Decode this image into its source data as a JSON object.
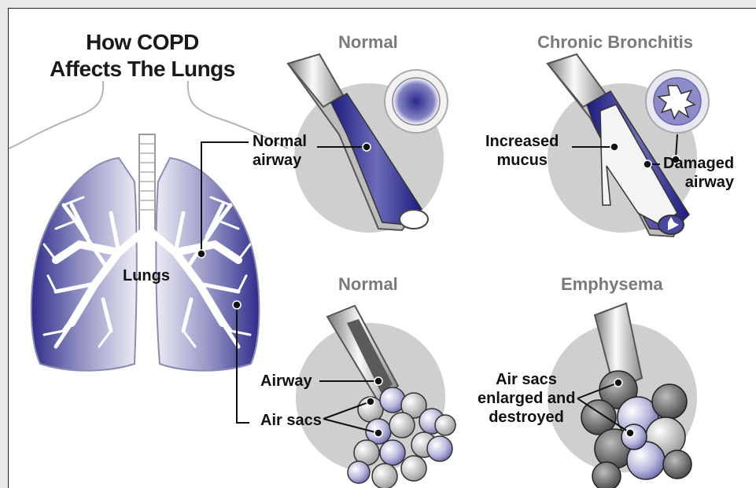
{
  "title": {
    "line1": "How COPD",
    "line2": "Affects The Lungs"
  },
  "panels": {
    "top_left": {
      "title": "Normal",
      "labels": {
        "airway_1": "Normal",
        "airway_2": "airway"
      }
    },
    "top_right": {
      "title": "Chronic Bronchitis",
      "labels": {
        "mucus_1": "Increased",
        "mucus_2": "mucus",
        "damaged_1": "Damaged",
        "damaged_2": "airway"
      }
    },
    "bottom_left": {
      "title": "Normal",
      "labels": {
        "airway": "Airway",
        "air_sacs": "Air sacs"
      }
    },
    "bottom_right": {
      "title": "Emphysema",
      "labels": {
        "line1": "Air sacs",
        "line2": "enlarged and",
        "line3": "destroyed"
      }
    }
  },
  "lungs_label": "Lungs",
  "colors": {
    "accent_blue": "#2b2a8c",
    "lung_light": "#d9d9ea",
    "circle_gray": "#cfcfcf",
    "panel_title_gray": "#7a7a7a"
  }
}
